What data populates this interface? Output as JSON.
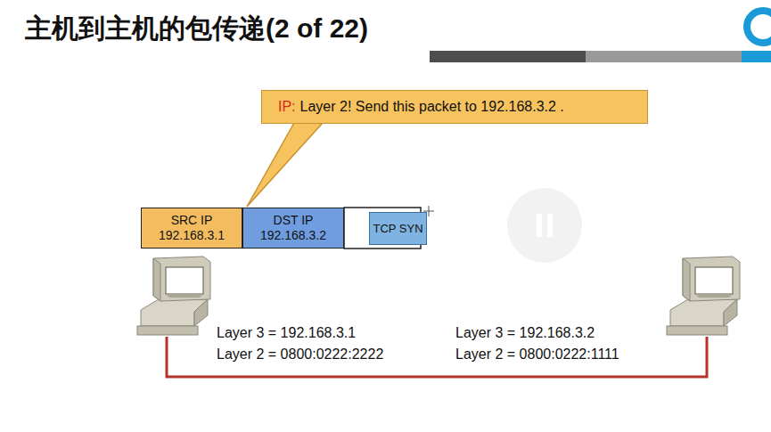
{
  "diagram": {
    "title": "主机到主机的包传递(2 of 22)",
    "nodes": [
      {
        "text": [
          "IP:",
          "Layer 2! Send this packet to 192.168.3.2 ."
        ]
      },
      {
        "text": [
          "SRC IP",
          "192.168.3.1"
        ]
      },
      {
        "text": [
          "DST IP",
          "192.168.3.2"
        ]
      },
      {
        "text": [
          "TCP SYN"
        ]
      }
    ],
    "labels": [
      "Layer 3 = 192.168.3.1",
      "Layer 2 = 0800:0222:2222",
      "Layer 3 = 192.168.3.2",
      "Layer 2 = 0800:0222:1111"
    ]
  }
}
